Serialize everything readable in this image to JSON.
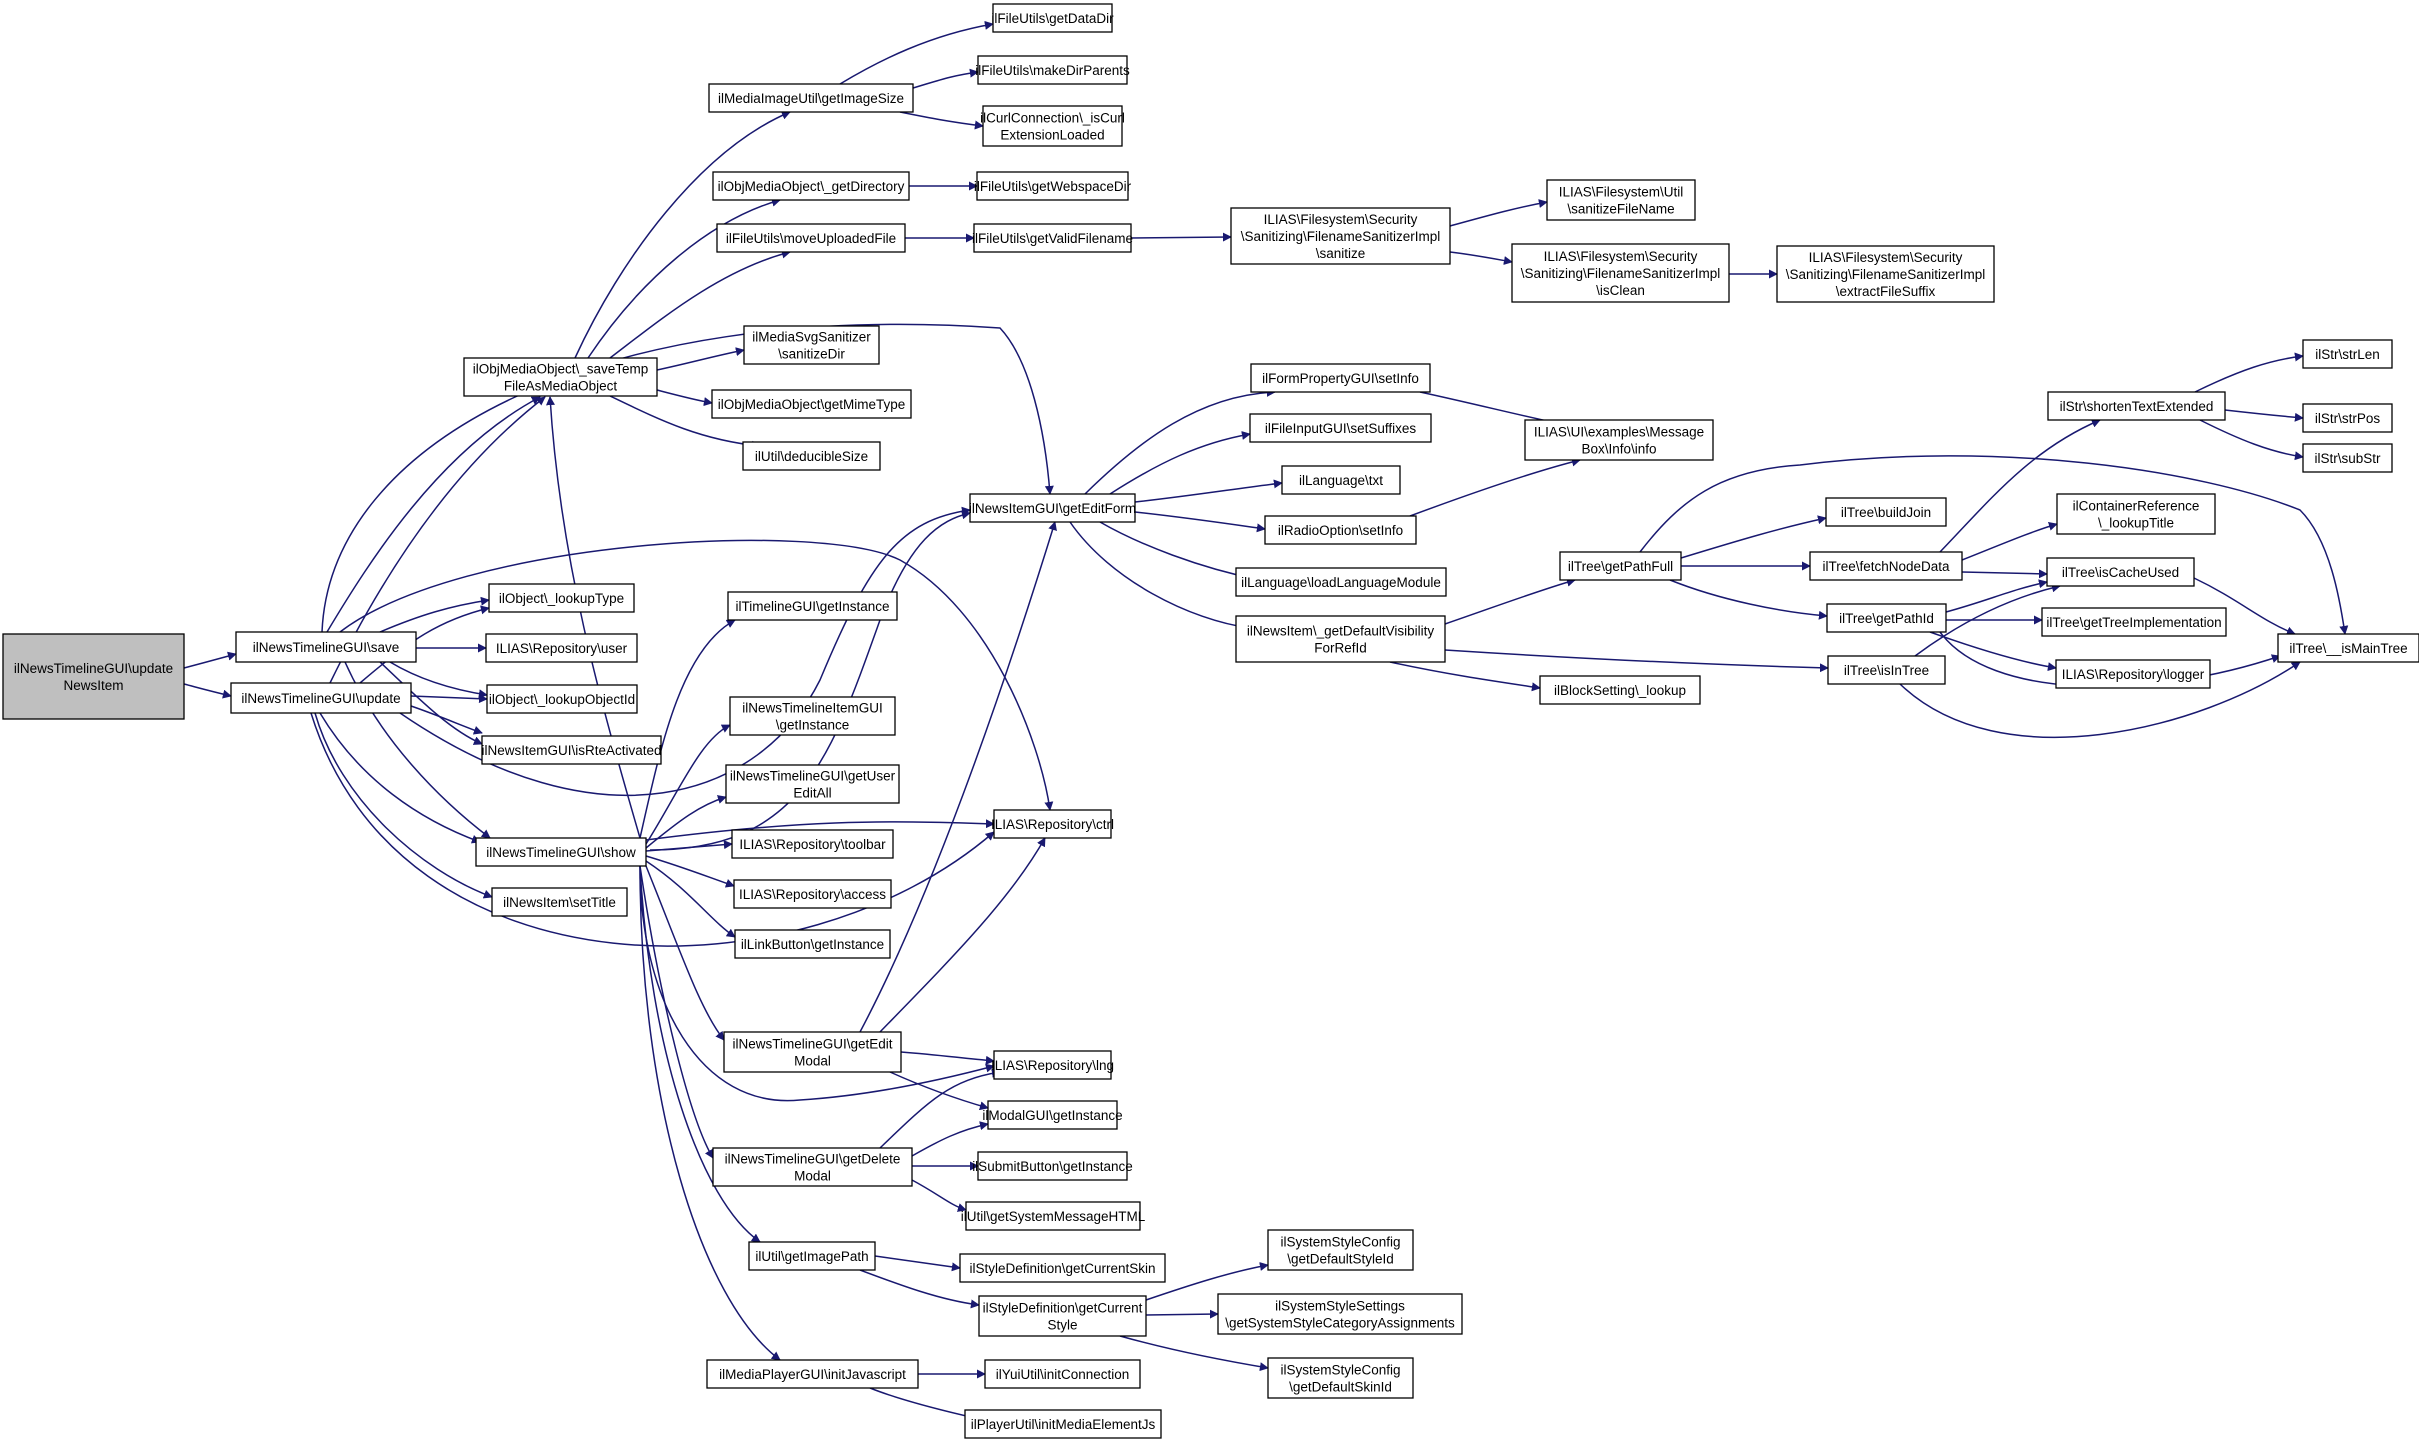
{
  "diagram": {
    "type": "call-graph",
    "nodes": [
      {
        "id": "root",
        "lines": [
          "ilNewsTimelineGUI\\update",
          "NewsItem"
        ]
      },
      {
        "id": "save",
        "lines": [
          "ilNewsTimelineGUI\\save"
        ]
      },
      {
        "id": "update",
        "lines": [
          "ilNewsTimelineGUI\\update"
        ]
      },
      {
        "id": "saveTemp",
        "lines": [
          "ilObjMediaObject\\_saveTemp",
          "FileAsMediaObject"
        ]
      },
      {
        "id": "lookupType",
        "lines": [
          "ilObject\\_lookupType"
        ]
      },
      {
        "id": "repoUser",
        "lines": [
          "ILIAS\\Repository\\user"
        ]
      },
      {
        "id": "lookupObjId",
        "lines": [
          "ilObject\\_lookupObjectId"
        ]
      },
      {
        "id": "isRte",
        "lines": [
          "ilNewsItemGUI\\isRteActivated"
        ]
      },
      {
        "id": "show",
        "lines": [
          "ilNewsTimelineGUI\\show"
        ]
      },
      {
        "id": "setTitle",
        "lines": [
          "ilNewsItem\\setTitle"
        ]
      },
      {
        "id": "getImageSize",
        "lines": [
          "ilMediaImageUtil\\getImageSize"
        ]
      },
      {
        "id": "getDirectory",
        "lines": [
          "ilObjMediaObject\\_getDirectory"
        ]
      },
      {
        "id": "moveUploaded",
        "lines": [
          "ilFileUtils\\moveUploadedFile"
        ]
      },
      {
        "id": "svgSanitize",
        "lines": [
          "ilMediaSvgSanitizer",
          "\\sanitizeDir"
        ]
      },
      {
        "id": "getMimeType",
        "lines": [
          "ilObjMediaObject\\getMimeType"
        ]
      },
      {
        "id": "deducible",
        "lines": [
          "ilUtil\\deducibleSize"
        ]
      },
      {
        "id": "timelineInst",
        "lines": [
          "ilTimelineGUI\\getInstance"
        ]
      },
      {
        "id": "ntItemInst",
        "lines": [
          "ilNewsTimelineItemGUI",
          "\\getInstance"
        ]
      },
      {
        "id": "userEditAll",
        "lines": [
          "ilNewsTimelineGUI\\getUser",
          "EditAll"
        ]
      },
      {
        "id": "toolbar",
        "lines": [
          "ILIAS\\Repository\\toolbar"
        ]
      },
      {
        "id": "access",
        "lines": [
          "ILIAS\\Repository\\access"
        ]
      },
      {
        "id": "linkButton",
        "lines": [
          "ilLinkButton\\getInstance"
        ]
      },
      {
        "id": "editModal",
        "lines": [
          "ilNewsTimelineGUI\\getEdit",
          "Modal"
        ]
      },
      {
        "id": "deleteModal",
        "lines": [
          "ilNewsTimelineGUI\\getDelete",
          "Modal"
        ]
      },
      {
        "id": "imagePath",
        "lines": [
          "ilUtil\\getImagePath"
        ]
      },
      {
        "id": "initJs",
        "lines": [
          "ilMediaPlayerGUI\\initJavascript"
        ]
      },
      {
        "id": "getDataDir",
        "lines": [
          "ilFileUtils\\getDataDir"
        ]
      },
      {
        "id": "makeDirParents",
        "lines": [
          "ilFileUtils\\makeDirParents"
        ]
      },
      {
        "id": "curl",
        "lines": [
          "ilCurlConnection\\_isCurl",
          "ExtensionLoaded"
        ]
      },
      {
        "id": "webspace",
        "lines": [
          "ilFileUtils\\getWebspaceDir"
        ]
      },
      {
        "id": "validFilename",
        "lines": [
          "ilFileUtils\\getValidFilename"
        ]
      },
      {
        "id": "getEditForm",
        "lines": [
          "ilNewsItemGUI\\getEditForm"
        ]
      },
      {
        "id": "ctrl",
        "lines": [
          "ILIAS\\Repository\\ctrl"
        ]
      },
      {
        "id": "lng",
        "lines": [
          "ILIAS\\Repository\\lng"
        ]
      },
      {
        "id": "modalInst",
        "lines": [
          "ilModalGUI\\getInstance"
        ]
      },
      {
        "id": "submitInst",
        "lines": [
          "ilSubmitButton\\getInstance"
        ]
      },
      {
        "id": "sysMsg",
        "lines": [
          "ilUtil\\getSystemMessageHTML"
        ]
      },
      {
        "id": "currentSkin",
        "lines": [
          "ilStyleDefinition\\getCurrentSkin"
        ]
      },
      {
        "id": "currentStyle",
        "lines": [
          "ilStyleDefinition\\getCurrent",
          "Style"
        ]
      },
      {
        "id": "yuiConn",
        "lines": [
          "ilYuiUtil\\initConnection"
        ]
      },
      {
        "id": "mediaElemJs",
        "lines": [
          "ilPlayerUtil\\initMediaElementJs"
        ]
      },
      {
        "id": "sanitize",
        "lines": [
          "ILIAS\\Filesystem\\Security",
          "\\Sanitizing\\FilenameSanitizerImpl",
          "\\sanitize"
        ]
      },
      {
        "id": "formSetInfo",
        "lines": [
          "ilFormPropertyGUI\\setInfo"
        ]
      },
      {
        "id": "setSuffixes",
        "lines": [
          "ilFileInputGUI\\setSuffixes"
        ]
      },
      {
        "id": "langTxt",
        "lines": [
          "ilLanguage\\txt"
        ]
      },
      {
        "id": "radioSetInfo",
        "lines": [
          "ilRadioOption\\setInfo"
        ]
      },
      {
        "id": "loadLang",
        "lines": [
          "ilLanguage\\loadLanguageModule"
        ]
      },
      {
        "id": "defVis",
        "lines": [
          "ilNewsItem\\_getDefaultVisibility",
          "ForRefId"
        ]
      },
      {
        "id": "sysStyleId",
        "lines": [
          "ilSystemStyleConfig",
          "\\getDefaultStyleId"
        ]
      },
      {
        "id": "sysCatAssign",
        "lines": [
          "ilSystemStyleSettings",
          "\\getSystemStyleCategoryAssignments"
        ]
      },
      {
        "id": "sysSkinId",
        "lines": [
          "ilSystemStyleConfig",
          "\\getDefaultSkinId"
        ]
      },
      {
        "id": "sanitizeFileName",
        "lines": [
          "ILIAS\\Filesystem\\Util",
          "\\sanitizeFileName"
        ]
      },
      {
        "id": "isClean",
        "lines": [
          "ILIAS\\Filesystem\\Security",
          "\\Sanitizing\\FilenameSanitizerImpl",
          "\\isClean"
        ]
      },
      {
        "id": "msgBoxInfo",
        "lines": [
          "ILIAS\\UI\\examples\\Message",
          "Box\\Info\\info"
        ]
      },
      {
        "id": "pathFull",
        "lines": [
          "ilTree\\getPathFull"
        ]
      },
      {
        "id": "bsLookup",
        "lines": [
          "ilBlockSetting\\_lookup"
        ]
      },
      {
        "id": "extractSuffix",
        "lines": [
          "ILIAS\\Filesystem\\Security",
          "\\Sanitizing\\FilenameSanitizerImpl",
          "\\extractFileSuffix"
        ]
      },
      {
        "id": "buildJoin",
        "lines": [
          "ilTree\\buildJoin"
        ]
      },
      {
        "id": "fetchNode",
        "lines": [
          "ilTree\\fetchNodeData"
        ]
      },
      {
        "id": "getPathId",
        "lines": [
          "ilTree\\getPathId"
        ]
      },
      {
        "id": "isInTree",
        "lines": [
          "ilTree\\isInTree"
        ]
      },
      {
        "id": "shortenText",
        "lines": [
          "ilStr\\shortenTextExtended"
        ]
      },
      {
        "id": "contRefTitle",
        "lines": [
          "ilContainerReference",
          "\\_lookupTitle"
        ]
      },
      {
        "id": "cacheUsed",
        "lines": [
          "ilTree\\isCacheUsed"
        ]
      },
      {
        "id": "treeImpl",
        "lines": [
          "ilTree\\getTreeImplementation"
        ]
      },
      {
        "id": "logger",
        "lines": [
          "ILIAS\\Repository\\logger"
        ]
      },
      {
        "id": "strLen",
        "lines": [
          "ilStr\\strLen"
        ]
      },
      {
        "id": "strPos",
        "lines": [
          "ilStr\\strPos"
        ]
      },
      {
        "id": "subStr",
        "lines": [
          "ilStr\\subStr"
        ]
      },
      {
        "id": "isMainTree",
        "lines": [
          "ilTree\\__isMainTree"
        ]
      }
    ]
  }
}
